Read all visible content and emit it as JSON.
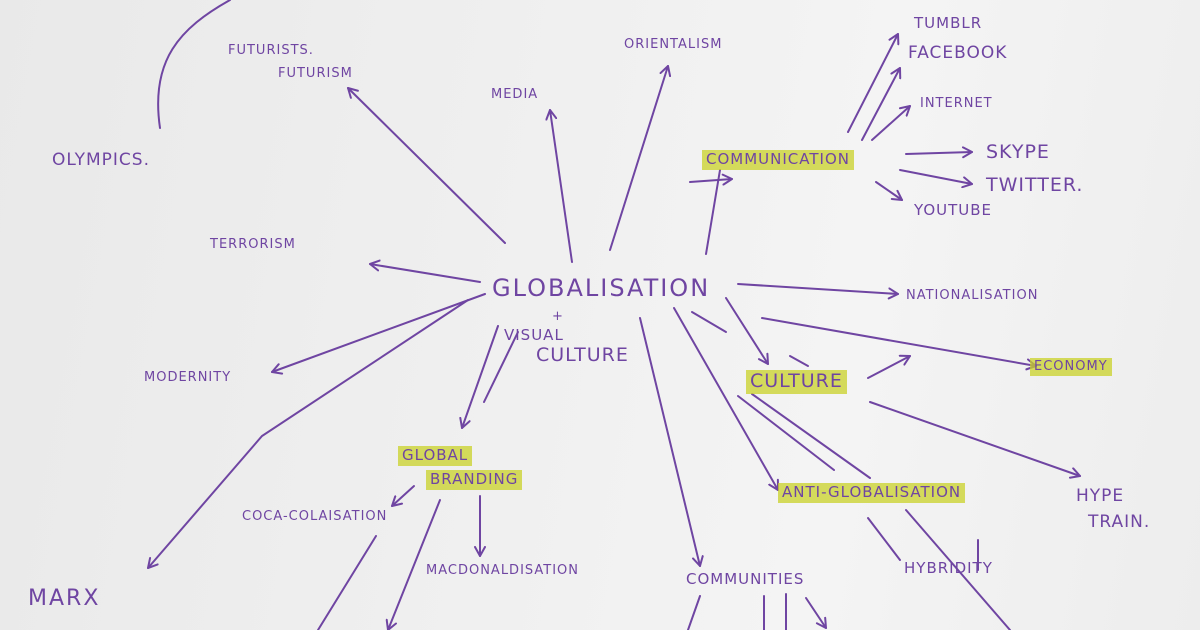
{
  "mindmap": {
    "central": {
      "line1": "GLOBALISATION",
      "line2": "+",
      "line3": "VISUAL",
      "line4": "CULTURE"
    },
    "nodes": {
      "futurists": "FUTURISTS.",
      "futurism": "FUTURISM",
      "olympics": "OLYMPICS.",
      "media": "MEDIA",
      "orientalism": "ORIENTALISM",
      "tumblr": "TUMBLR",
      "facebook": "FACEBOOK",
      "internet": "INTERNET",
      "communication": "COMMUNICATION",
      "skype": "SKYPE",
      "twitter": "TWITTER.",
      "youtube": "YOUTUBE",
      "terrorism": "TERRORISM",
      "nationalisation": "NATIONALISATION",
      "modernity": "MODERNITY",
      "culture": "CULTURE",
      "economy": "ECONOMY",
      "global": "GLOBAL",
      "branding": "BRANDING",
      "coca_colaisation": "COCA-COLAISATION",
      "macdonaldisation": "MACDONALDISATION",
      "anti_globalisation": "ANTI-GLOBALISATION",
      "hype": "HYPE",
      "train": "TRAIN.",
      "hybridity": "HYBRIDITY",
      "communities": "COMMUNITIES",
      "marx": "MARX"
    },
    "highlighted": [
      "COMMUNICATION",
      "CULTURE",
      "ECONOMY",
      "GLOBAL",
      "BRANDING",
      "ANTI-GLOBALISATION"
    ],
    "colors": {
      "ink": "#6f45a2",
      "highlighter": "#cad228",
      "paper": "#f0f0f0"
    }
  }
}
